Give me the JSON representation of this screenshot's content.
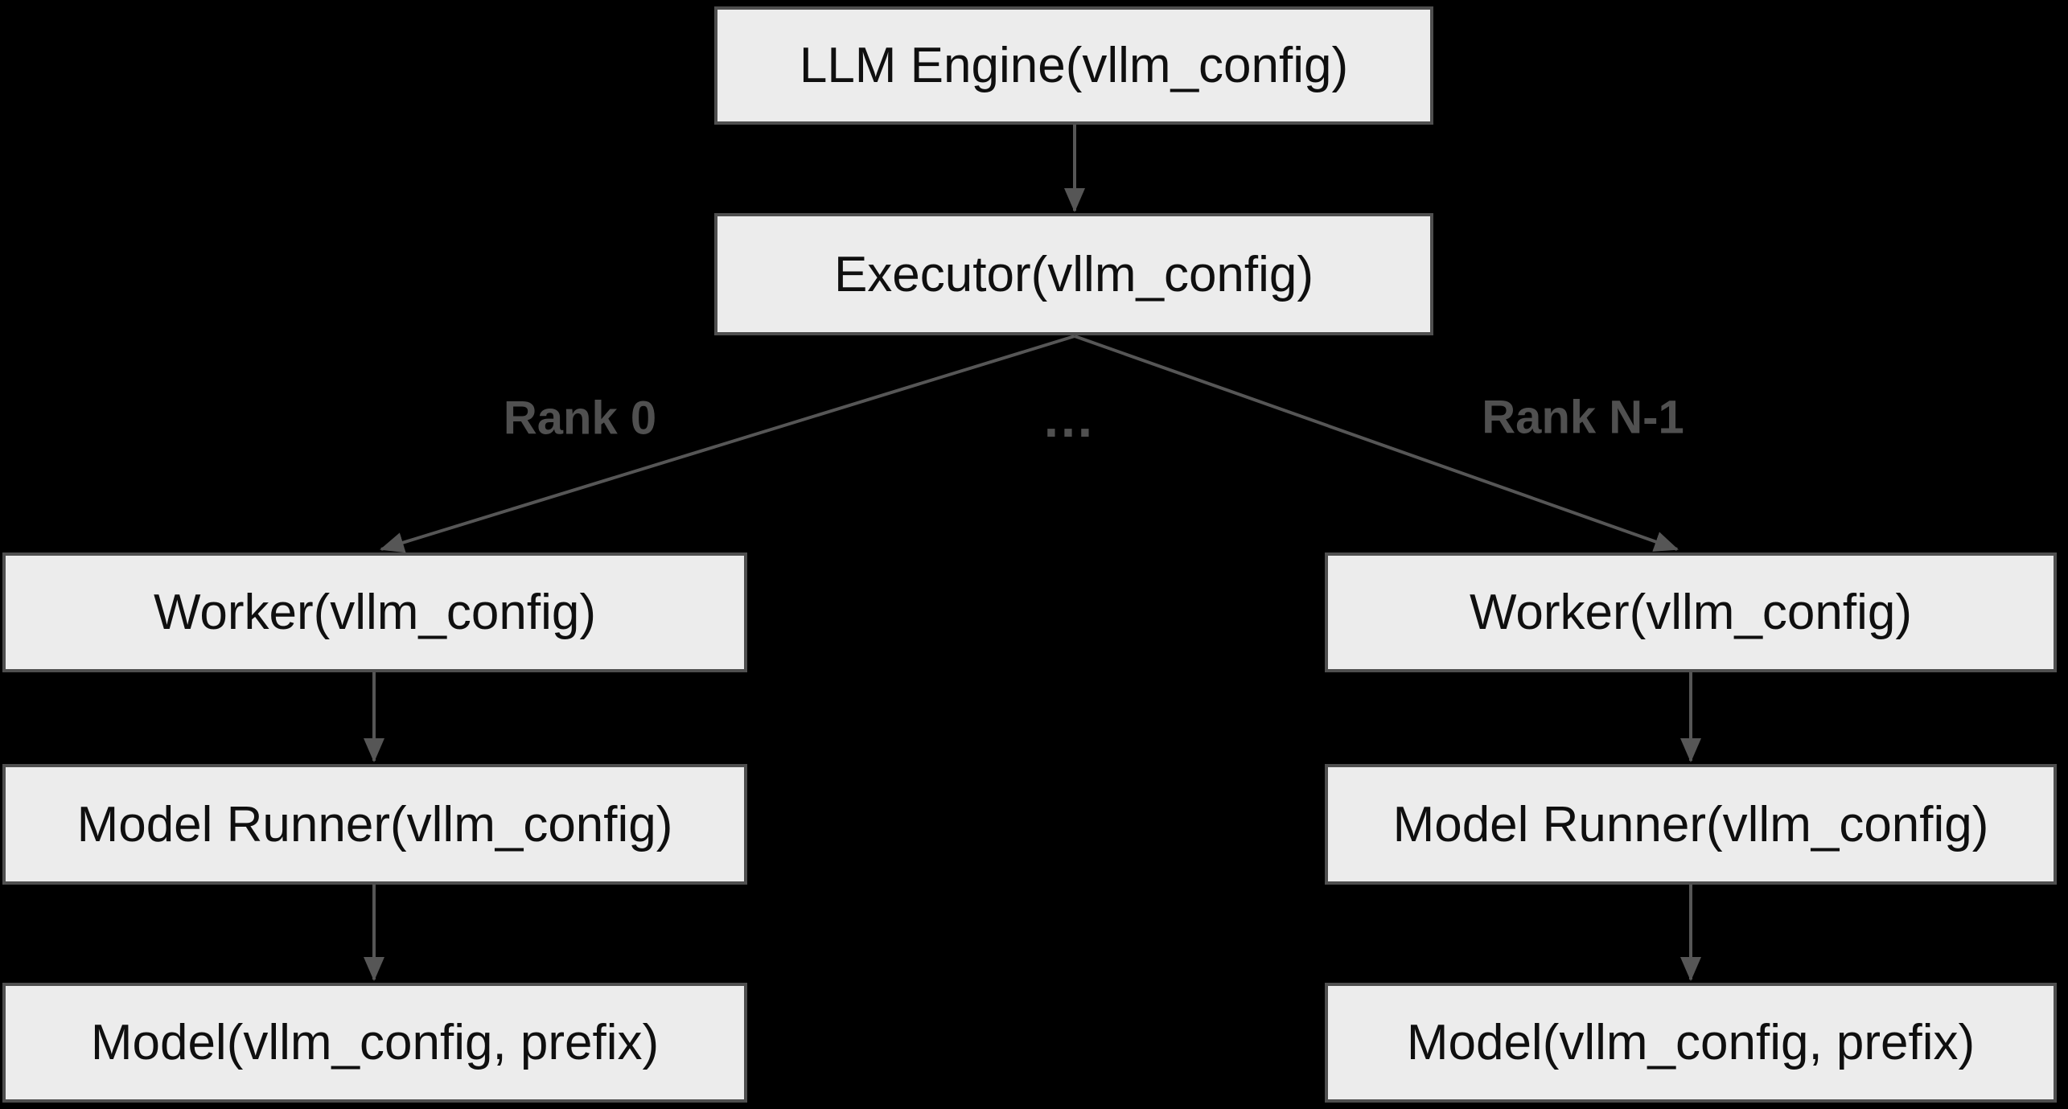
{
  "colors": {
    "background": "#000000",
    "node_fill": "#ececec",
    "node_border": "#4f4f4f",
    "node_text": "#0f0f0f",
    "edge": "#565656",
    "edge_label": "#505050"
  },
  "nodes": {
    "llm_engine": {
      "label": "LLM Engine(vllm_config)"
    },
    "executor": {
      "label": "Executor(vllm_config)"
    },
    "worker_rank0": {
      "label": "Worker(vllm_config)"
    },
    "model_runner_rank0": {
      "label": "Model Runner(vllm_config)"
    },
    "model_rank0": {
      "label": "Model(vllm_config, prefix)"
    },
    "worker_rankn": {
      "label": "Worker(vllm_config)"
    },
    "model_runner_rankn": {
      "label": "Model Runner(vllm_config)"
    },
    "model_rankn": {
      "label": "Model(vllm_config, prefix)"
    }
  },
  "edge_labels": {
    "rank0": "Rank 0",
    "ellipsis": "…",
    "rank_n_1": "Rank N-1"
  }
}
